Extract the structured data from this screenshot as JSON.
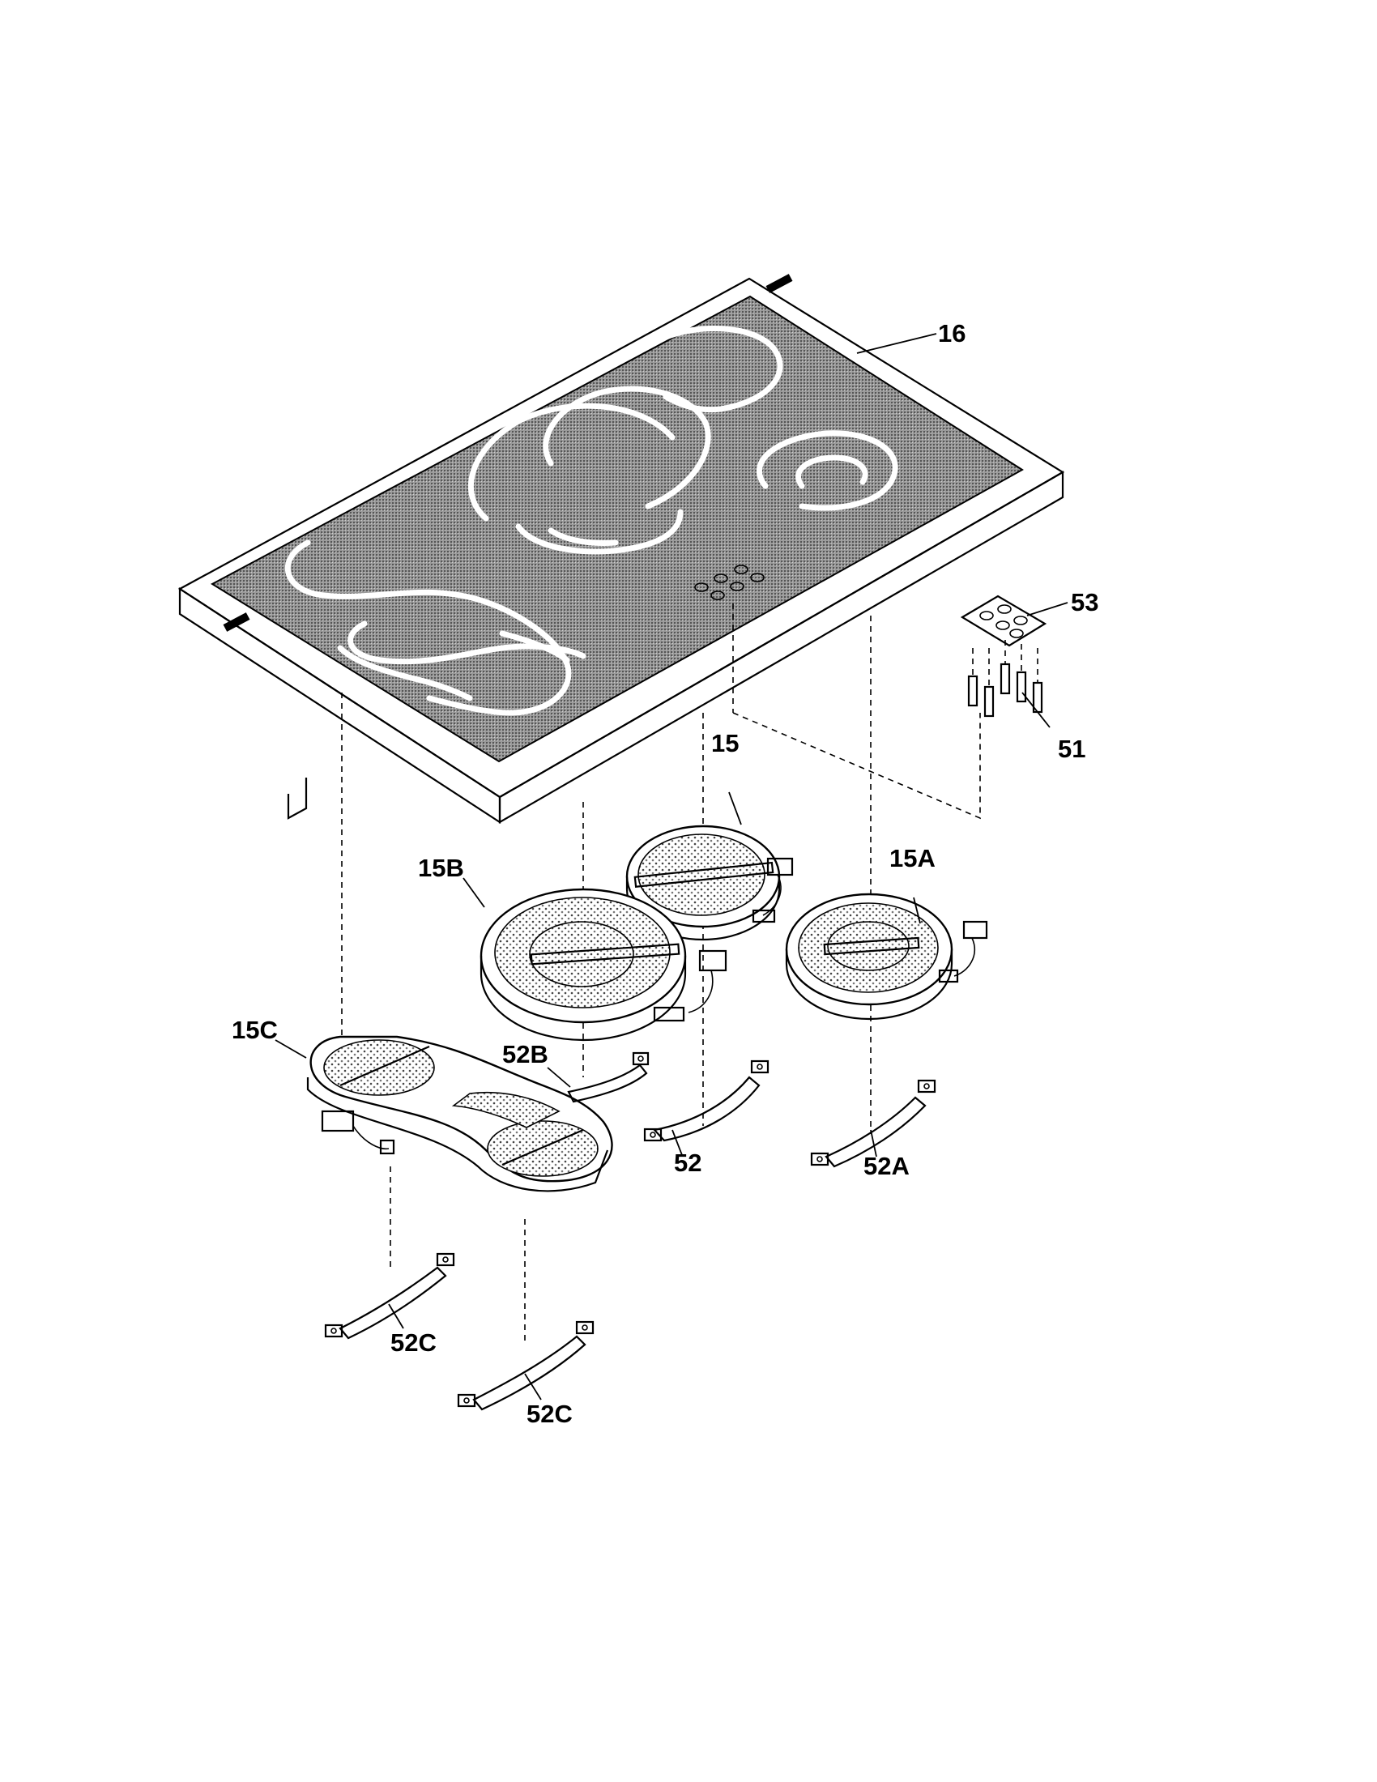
{
  "diagram": {
    "callouts": {
      "c16": "16",
      "c53": "53",
      "c51": "51",
      "c15": "15",
      "c15A": "15A",
      "c15B": "15B",
      "c15C": "15C",
      "c52B": "52B",
      "c52": "52",
      "c52A": "52A",
      "c52C_1": "52C",
      "c52C_2": "52C"
    },
    "colors": {
      "ink": "#000000",
      "paper": "#ffffff",
      "glass": "#8c8c8c"
    }
  }
}
